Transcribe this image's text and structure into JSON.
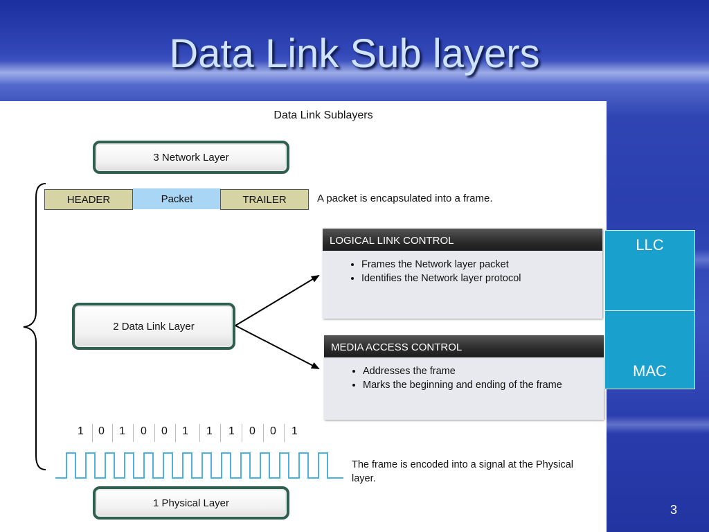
{
  "slide": {
    "title": "Data Link Sub layers",
    "page_number": "3"
  },
  "diagram": {
    "title": "Data Link Sublayers",
    "layers": {
      "network": "3 Network Layer",
      "data_link": "2 Data Link Layer",
      "physical": "1 Physical Layer"
    },
    "frame": {
      "header": "HEADER",
      "packet": "Packet",
      "trailer": "TRAILER",
      "note": "A packet is encapsulated into a frame."
    },
    "llc_card": {
      "title": "LOGICAL LINK CONTROL",
      "bullets": [
        "Frames the Network layer packet",
        "Identifies the Network layer protocol"
      ]
    },
    "mac_card": {
      "title": "MEDIA ACCESS CONTROL",
      "bullets": [
        "Addresses the frame",
        "Marks the beginning and ending of the frame"
      ]
    },
    "bits": [
      "1",
      "0",
      "1",
      "0",
      "0",
      "1",
      "1",
      "1",
      "0",
      "0",
      "1"
    ],
    "signal_note_line1": "The frame is encoded into a signal at the Physical",
    "signal_note_line2": "layer.",
    "colors": {
      "signal": "#4ab3dd",
      "side_box": "#1aa0cc",
      "header_cell": "#d6d3a5",
      "packet_cell": "#a9d6f5"
    }
  },
  "side_labels": {
    "llc": "LLC",
    "mac": "MAC"
  }
}
